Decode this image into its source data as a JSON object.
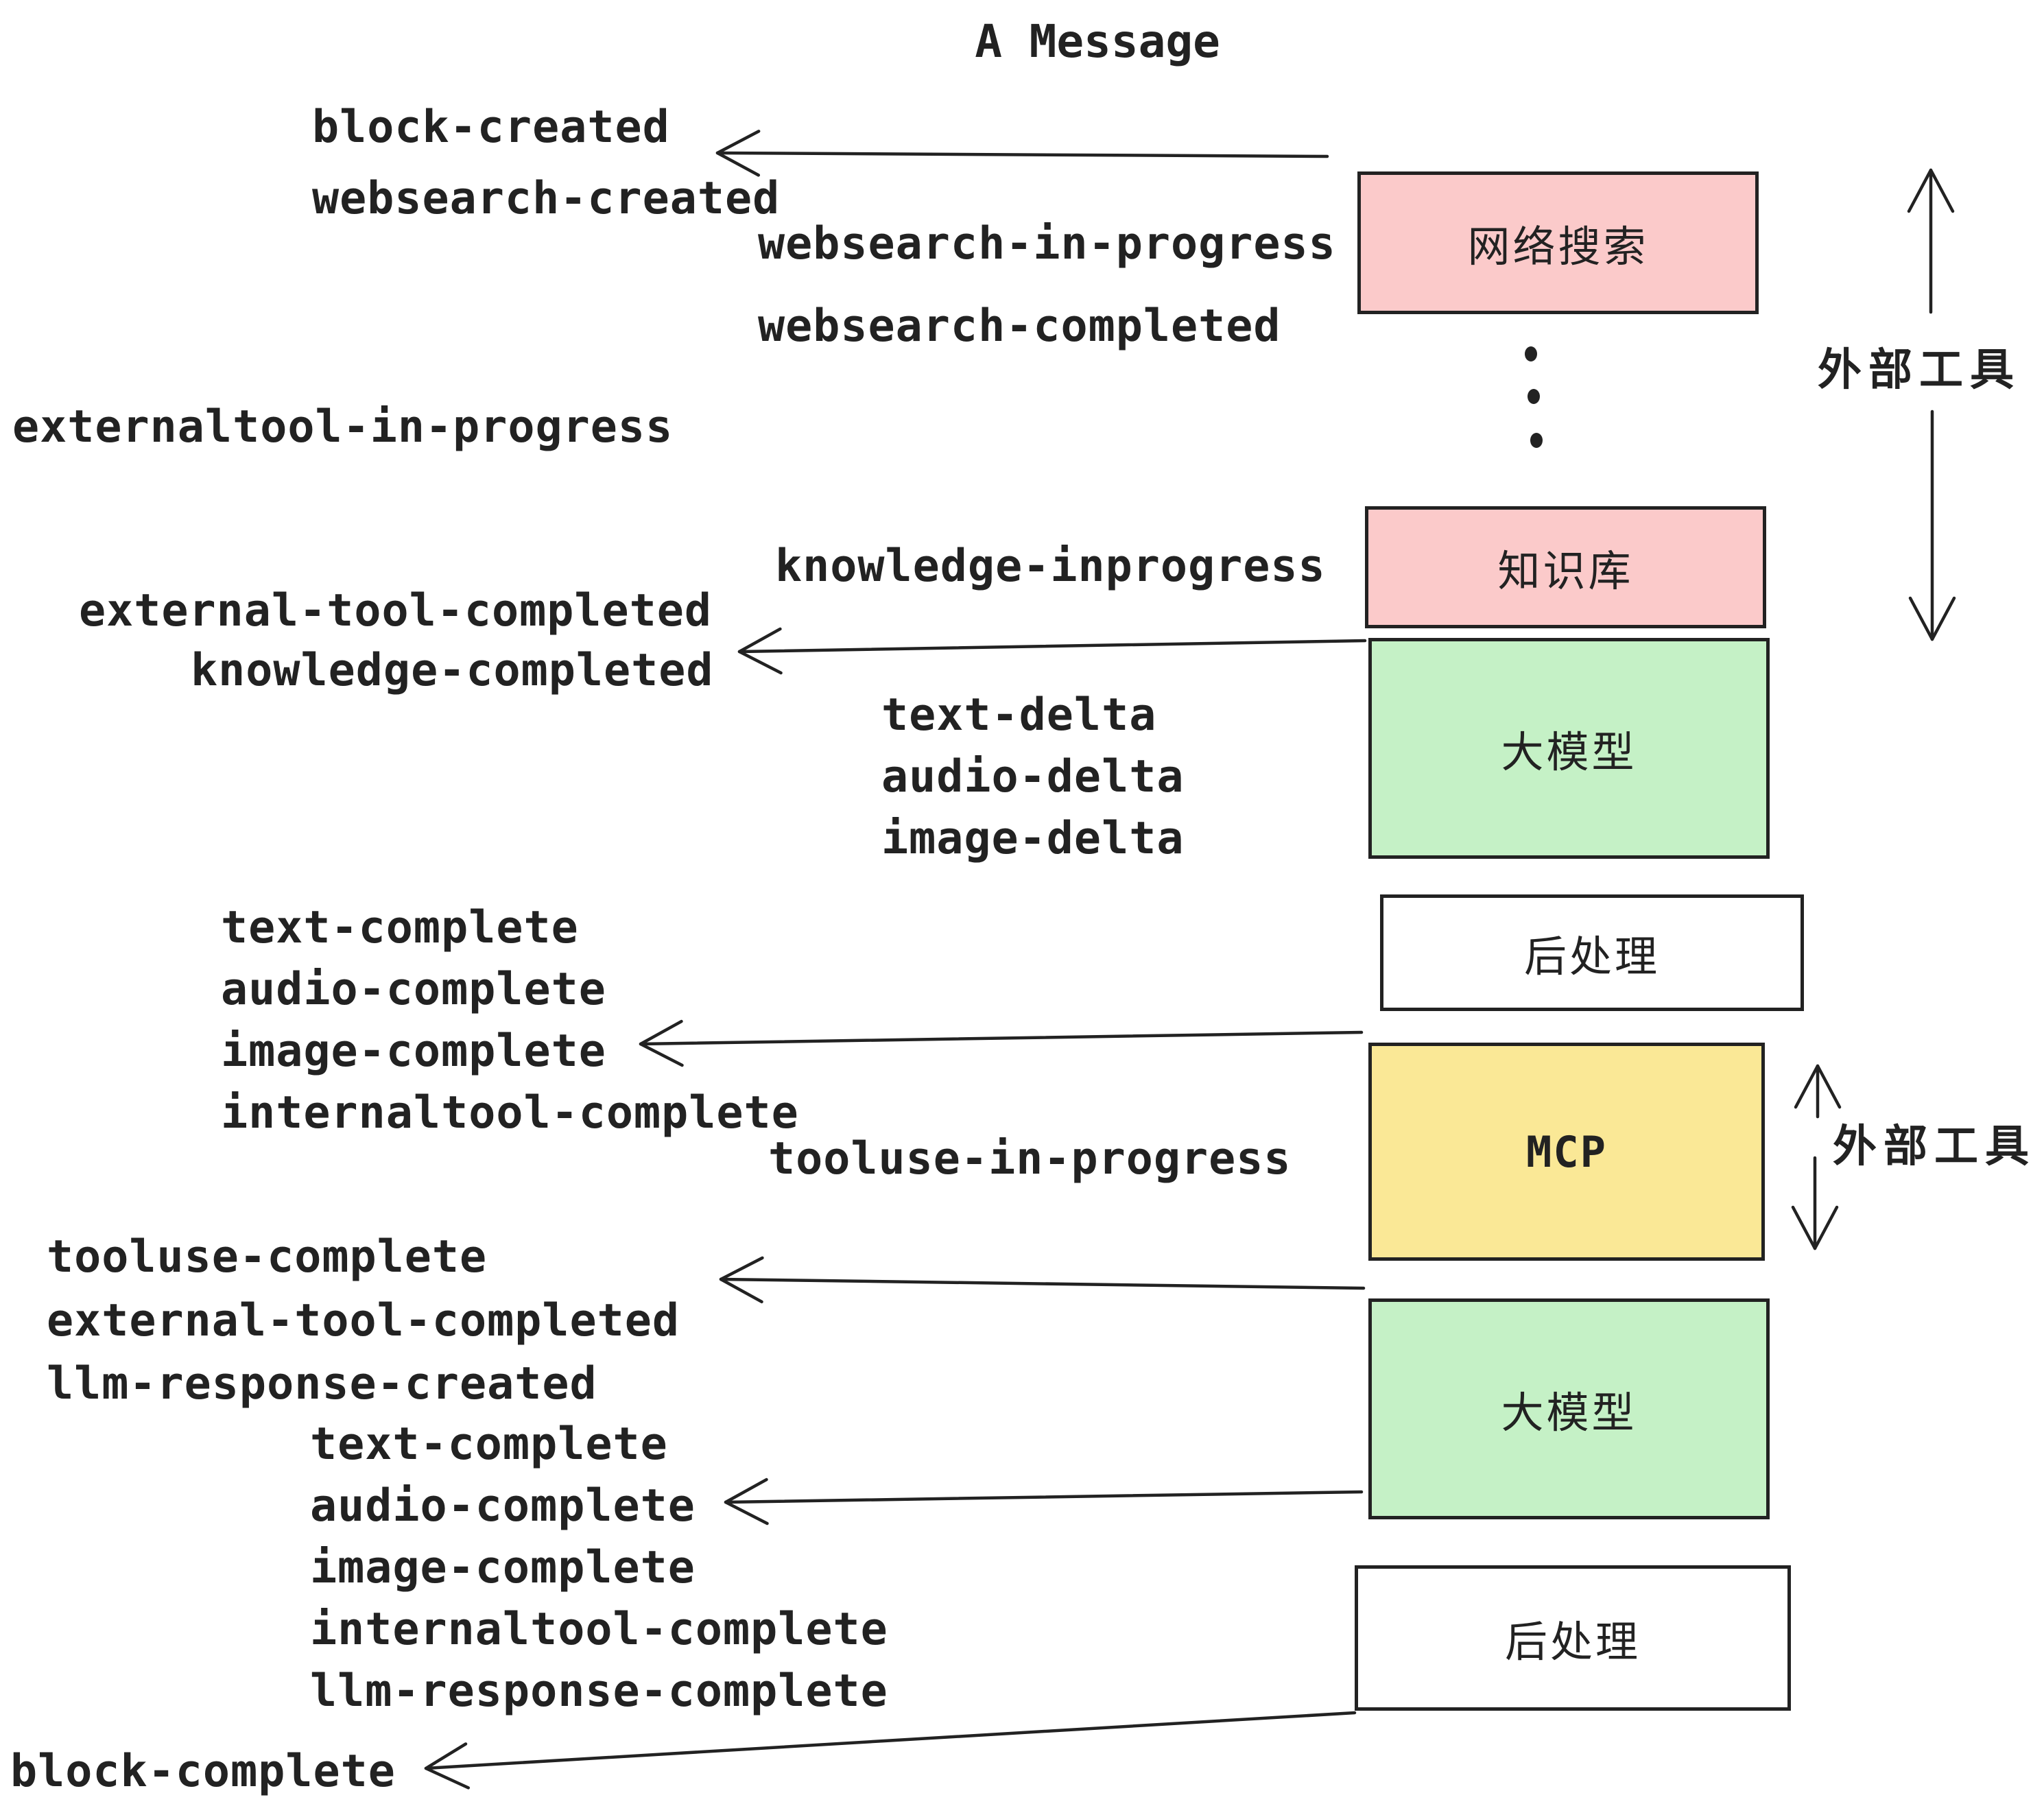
{
  "title": "A Message",
  "colors": {
    "ink": "#222222",
    "pink": "#FBCACA",
    "green": "#C5F1C6",
    "yellow": "#FAE896",
    "white": "#FFFFFF"
  },
  "events": {
    "block_created": "block-created",
    "websearch_created": "websearch-created",
    "websearch_in_progress": "websearch-in-progress",
    "websearch_completed": "websearch-completed",
    "externaltool_in_progress": "externaltool-in-progress",
    "knowledge_inprogress": "knowledge-inprogress",
    "external_tool_completed_1": "external-tool-completed",
    "knowledge_completed": "knowledge-completed",
    "text_delta_1": "text-delta",
    "audio_delta_1": "audio-delta",
    "image_delta_1": "image-delta",
    "text_complete_1": "text-complete",
    "audio_complete_1": "audio-complete",
    "image_complete_1": "image-complete",
    "internaltool_complete_1": "internaltool-complete",
    "tooluse_in_progress": "tooluse-in-progress",
    "tooluse_complete": "tooluse-complete",
    "external_tool_completed_2": "external-tool-completed",
    "llm_response_created": "llm-response-created",
    "text_complete_2": "text-complete",
    "audio_complete_2": "audio-complete",
    "image_complete_2": "image-complete",
    "internaltool_complete_2": "internaltool-complete",
    "llm_response_complete": "llm-response-complete",
    "block_complete": "block-complete"
  },
  "boxes": {
    "websearch": "网络搜索",
    "knowledge": "知识库",
    "llm_top": "大模型",
    "post_top": "后处理",
    "mcp": "MCP",
    "llm_bottom": "大模型",
    "post_bottom": "后处理"
  },
  "side_labels": {
    "external_tools_top": "外部工具",
    "external_tools_mcp": "外部工具"
  }
}
